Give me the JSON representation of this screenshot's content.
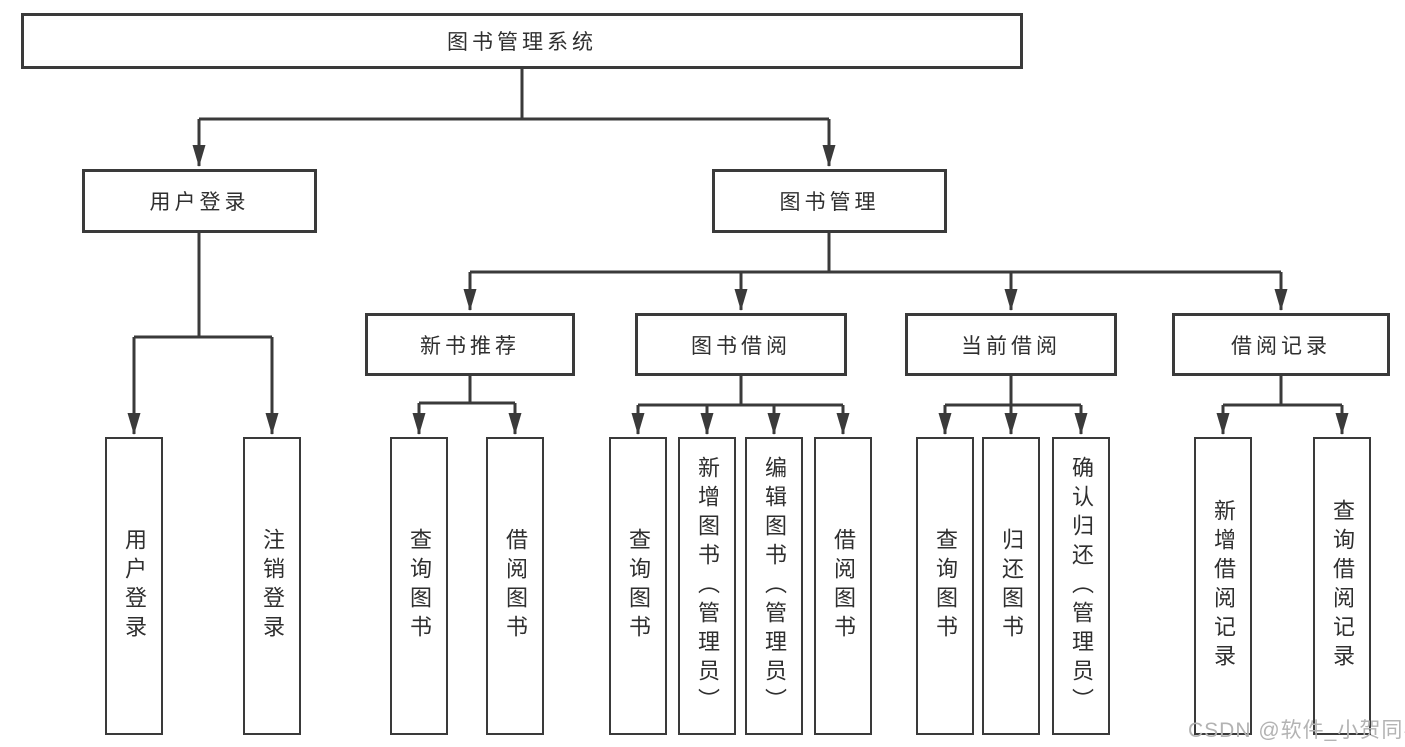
{
  "diagram": {
    "title": "图书管理系统",
    "branches": [
      {
        "label": "用户登录",
        "children": [
          {
            "label": "用户登录"
          },
          {
            "label": "注销登录"
          }
        ]
      },
      {
        "label": "图书管理",
        "children": [
          {
            "label": "新书推荐",
            "children": [
              {
                "label": "查询图书"
              },
              {
                "label": "借阅图书"
              }
            ]
          },
          {
            "label": "图书借阅",
            "children": [
              {
                "label": "查询图书"
              },
              {
                "label": "新增图书（管理员）"
              },
              {
                "label": "编辑图书（管理员）"
              },
              {
                "label": "借阅图书"
              }
            ]
          },
          {
            "label": "当前借阅",
            "children": [
              {
                "label": "查询图书"
              },
              {
                "label": "归还图书"
              },
              {
                "label": "确认归还（管理员）"
              }
            ]
          },
          {
            "label": "借阅记录",
            "children": [
              {
                "label": "新增借阅记录"
              },
              {
                "label": "查询借阅记录"
              }
            ]
          }
        ]
      }
    ]
  },
  "watermark": {
    "text": "CSDN @软件_小贺同学"
  },
  "colors": {
    "line": "#3a3a3a",
    "text": "#2f2f2f",
    "watermark": "#b3b3b3",
    "background": "#ffffff"
  }
}
